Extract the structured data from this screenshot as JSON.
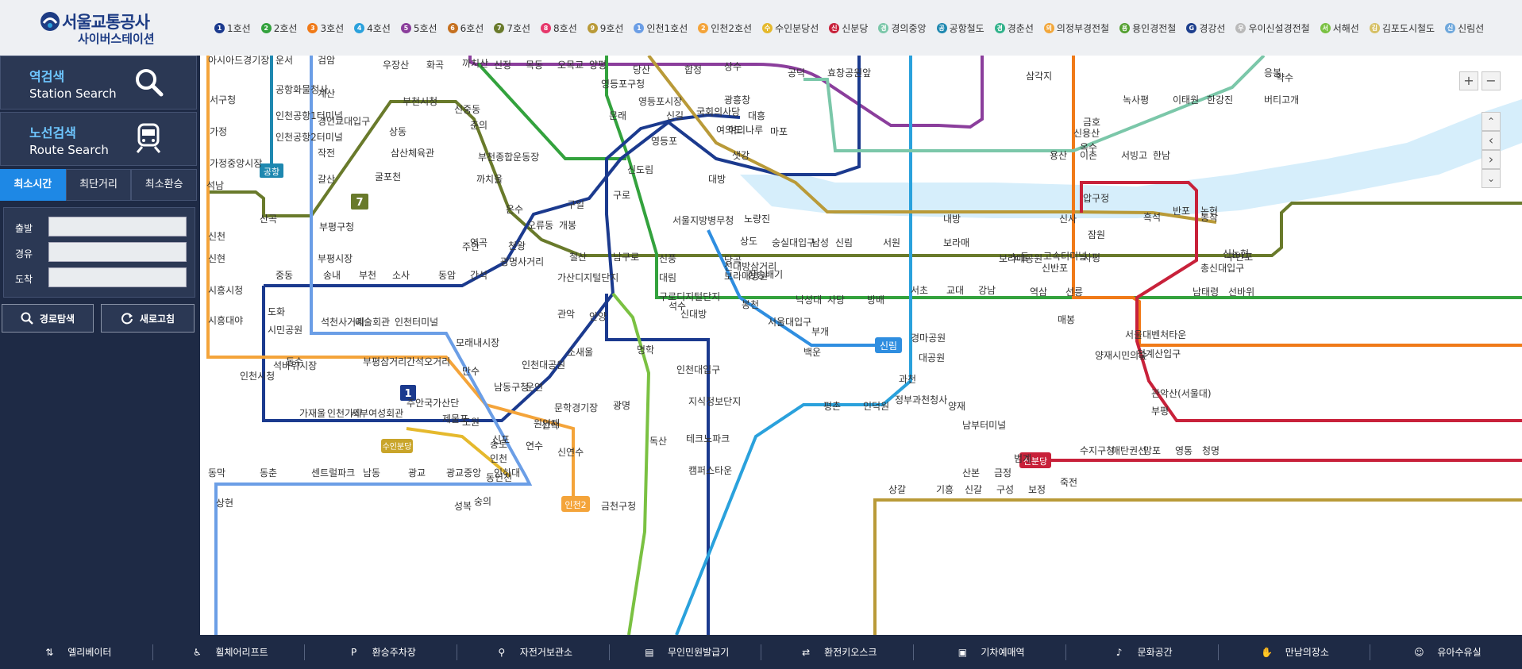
{
  "header": {
    "logo_text": "서울교통공사",
    "logo_sub": "사이버스테이션",
    "legend": [
      {
        "num": "1",
        "label": "1호선",
        "color": "#1b3a8e"
      },
      {
        "num": "2",
        "label": "2호선",
        "color": "#33a23d"
      },
      {
        "num": "3",
        "label": "3호선",
        "color": "#f07a18"
      },
      {
        "num": "4",
        "label": "4호선",
        "color": "#2aa1dc"
      },
      {
        "num": "5",
        "label": "5호선",
        "color": "#8b3e9c"
      },
      {
        "num": "6",
        "label": "6호선",
        "color": "#c5701f"
      },
      {
        "num": "7",
        "label": "7호선",
        "color": "#697a2b"
      },
      {
        "num": "8",
        "label": "8호선",
        "color": "#e6376b"
      },
      {
        "num": "9",
        "label": "9호선",
        "color": "#b99a38"
      },
      {
        "num": "1",
        "label": "인천1호선",
        "color": "#6b9ee6"
      },
      {
        "num": "2",
        "label": "인천2호선",
        "color": "#f4a43a"
      },
      {
        "num": "수",
        "label": "수인분당선",
        "color": "#e5b92d"
      },
      {
        "num": "신",
        "label": "신분당",
        "color": "#c8213a"
      },
      {
        "num": "경",
        "label": "경의중앙",
        "color": "#7bc7a9"
      },
      {
        "num": "공",
        "label": "공항철도",
        "color": "#1e88b0"
      },
      {
        "num": "경",
        "label": "경춘선",
        "color": "#31b28b"
      },
      {
        "num": "의",
        "label": "의정부경전철",
        "color": "#f2a73b"
      },
      {
        "num": "용",
        "label": "용인경전철",
        "color": "#54a030"
      },
      {
        "num": "G",
        "label": "경강선",
        "color": "#1d3f8d"
      },
      {
        "num": "우",
        "label": "우이신설경전철",
        "color": "#b9b9b9"
      },
      {
        "num": "서",
        "label": "서해선",
        "color": "#7ac142"
      },
      {
        "num": "김",
        "label": "김포도시철도",
        "color": "#d6c065"
      },
      {
        "num": "신",
        "label": "신림선",
        "color": "#6fa8dc"
      }
    ]
  },
  "sidebar": {
    "station_search": {
      "ko": "역검색",
      "en": "Station Search"
    },
    "route_search": {
      "ko": "노선검색",
      "en": "Route Search"
    },
    "tabs": [
      "최소시간",
      "최단거리",
      "최소환승"
    ],
    "form_labels": [
      "출발",
      "경유",
      "도착"
    ],
    "search_button": "경로탐색",
    "refresh_button": "새로고침"
  },
  "controls": {
    "zoom_in": "+",
    "zoom_out": "−",
    "up": "⌃",
    "left": "‹",
    "right": "›",
    "down": "⌄"
  },
  "footer": [
    {
      "label": "엘리베이터",
      "icon": "elevator-icon"
    },
    {
      "label": "휠체어리프트",
      "icon": "wheelchair-icon"
    },
    {
      "label": "환승주차장",
      "icon": "parking-icon"
    },
    {
      "label": "자전거보관소",
      "icon": "bicycle-icon"
    },
    {
      "label": "무인민원발급기",
      "icon": "kiosk-icon"
    },
    {
      "label": "환전키오스크",
      "icon": "exchange-icon"
    },
    {
      "label": "기차예매역",
      "icon": "train-ticket-icon"
    },
    {
      "label": "문화공간",
      "icon": "culture-icon"
    },
    {
      "label": "만남의장소",
      "icon": "meeting-icon"
    },
    {
      "label": "유아수유실",
      "icon": "baby-icon"
    }
  ],
  "map": {
    "line_badges": [
      "7",
      "1",
      "공항",
      "신림",
      "인천2",
      "수인분당",
      "신분당"
    ],
    "stations": [
      "아시아드경기장",
      "운서",
      "검암",
      "우장산",
      "화곡",
      "까치산",
      "신정",
      "목동",
      "오목교",
      "양평",
      "영등포구청",
      "당산",
      "합정",
      "상수",
      "공덕",
      "효창공원앞",
      "응봉",
      "약수",
      "서구청",
      "공항화물청사",
      "계산",
      "인천공항1터미널",
      "인천공항2터미널",
      "가정",
      "가정중앙시장",
      "경인교대입구",
      "작전",
      "갈산",
      "석남",
      "산곡",
      "부평구청",
      "부평시장",
      "부천시청",
      "상동",
      "삼산체육관",
      "굴포천",
      "신중동",
      "춘의",
      "부천종합운동장",
      "까치울",
      "온수",
      "역곡",
      "천왕",
      "광명사거리",
      "구일",
      "오류동",
      "개봉",
      "구로",
      "철산",
      "남구로",
      "신풍",
      "가산디지털단지",
      "대림",
      "구로디지털단지",
      "신대방",
      "서울지방병무청",
      "대방",
      "노량진",
      "신도림",
      "영등포",
      "영등포시장",
      "문래",
      "신길",
      "여의도",
      "샛강",
      "국회의사당",
      "여의나루",
      "마포",
      "대흥",
      "광흥창",
      "삼각지",
      "신용산",
      "용산",
      "이촌",
      "서빙고",
      "한남",
      "녹사평",
      "이태원",
      "한강진",
      "버티고개",
      "금호",
      "옥수",
      "압구정",
      "신사",
      "잠원",
      "반포",
      "논현",
      "신논현",
      "사평",
      "고속터미널",
      "노들",
      "흑석",
      "동작",
      "구반포",
      "신반포",
      "총신대입구",
      "내방",
      "보라매",
      "보라매공원",
      "보라매병원",
      "당곡",
      "신대방삼거리",
      "장승배기",
      "상도",
      "숭실대입구",
      "남성",
      "신림",
      "서원",
      "봉천",
      "서울대입구",
      "낙성대",
      "사당",
      "방배",
      "서초",
      "교대",
      "강남",
      "역삼",
      "선릉",
      "남태령",
      "선바위",
      "경마공원",
      "대공원",
      "과천",
      "정부과천청사",
      "인덕원",
      "평촌",
      "범계",
      "금정",
      "산본",
      "남부터미널",
      "양재",
      "매봉",
      "양재시민의숲",
      "청계산입구",
      "서울대벤처타운",
      "관악산(서울대)",
      "부평",
      "백운",
      "부개",
      "송내",
      "중동",
      "부천",
      "소사",
      "동암",
      "간석",
      "주안",
      "도화",
      "시민공원",
      "석바위시장",
      "인천시청",
      "동수",
      "부평삼거리",
      "간석오거리",
      "석천사거리",
      "예술회관",
      "인천터미널",
      "모래내시장",
      "만수",
      "남동구청",
      "인천대공원",
      "운연",
      "문학경기장",
      "선학",
      "신연수",
      "원인재",
      "연수",
      "송도",
      "인하대",
      "숭의",
      "신포",
      "인천",
      "동인천",
      "도원",
      "제물포",
      "주안국가산단",
      "서부여성회관",
      "인천가좌",
      "가재울",
      "시흥대야",
      "신천",
      "신현",
      "시흥시청",
      "소새울",
      "광명",
      "독산",
      "금천구청",
      "석수",
      "관악",
      "안양",
      "명학",
      "인천대입구",
      "지식정보단지",
      "테크노파크",
      "캠퍼스타운",
      "동막",
      "동춘",
      "센트럴파크",
      "남동",
      "광교",
      "광교중앙",
      "상현",
      "성복",
      "수지구청",
      "매탄권선",
      "망포",
      "영통",
      "청명",
      "상갈",
      "기흥",
      "신갈",
      "구성",
      "보정",
      "죽전"
    ]
  }
}
